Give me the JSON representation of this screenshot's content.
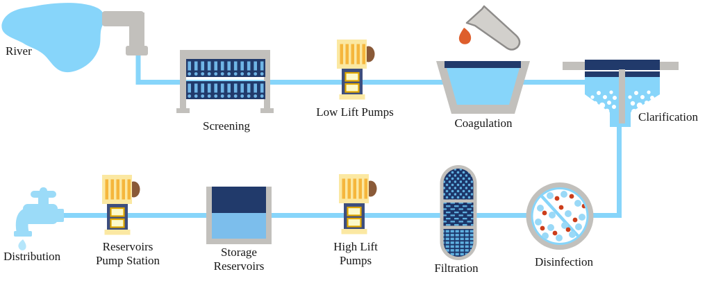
{
  "diagram": {
    "nodes": {
      "river": {
        "label": "River"
      },
      "screening": {
        "label": "Screening"
      },
      "low_lift_pumps": {
        "label": "Low Lift Pumps"
      },
      "coagulation": {
        "label": "Coagulation"
      },
      "clarification": {
        "label": "Clarification"
      },
      "disinfection": {
        "label": "Disinfection"
      },
      "filtration": {
        "label": "Filtration"
      },
      "high_lift_pumps": {
        "line1": "High Lift",
        "line2": "Pumps"
      },
      "storage_reservoirs": {
        "line1": "Storage",
        "line2": "Reservoirs"
      },
      "reservoirs_pump_station": {
        "line1": "Reservoirs",
        "line2": "Pump Station"
      },
      "distribution": {
        "label": "Distribution"
      }
    },
    "flow_sequence": [
      "River",
      "Screening",
      "Low Lift Pumps",
      "Coagulation",
      "Clarification",
      "Disinfection",
      "Filtration",
      "High Lift Pumps",
      "Storage Reservoirs",
      "Reservoirs Pump Station",
      "Distribution"
    ],
    "icons": [
      "river-icon",
      "pipe-elbow-icon",
      "screening-rack-icon",
      "pump-icon",
      "beaker-icon",
      "chemical-drop-icon",
      "coagulation-basin-icon",
      "clarification-tank-icon",
      "disinfection-circle-icon",
      "filtration-capsule-icon",
      "storage-reservoir-icon",
      "faucet-icon",
      "water-drop-icon"
    ],
    "palette": {
      "water_blue": "#87D5FA",
      "faucet_blue": "#9BDBF8",
      "medium_blue": "#7CBEEC",
      "screen_bar_blue": "#6FB5E6",
      "filter_pattern_blue": "#5FB0E0",
      "navy": "#213A6B",
      "filter_navy": "#1C3569",
      "pump_navy": "#3D4E7E",
      "gray": "#C2C0BC",
      "beaker_gray": "#D2D0CC",
      "beaker_outline": "#8E8C8A",
      "cream": "#FBE8A2",
      "stripe_orange": "#F5B63C",
      "gold_border": "#DFA700",
      "pale_yellow": "#FCFACB",
      "brown_knob": "#8A5A38",
      "chemical_orange": "#DE5E2C",
      "dot_orange": "#CC3D1A",
      "bubble_white": "#FFFFFF",
      "label_color": "#161616"
    }
  }
}
